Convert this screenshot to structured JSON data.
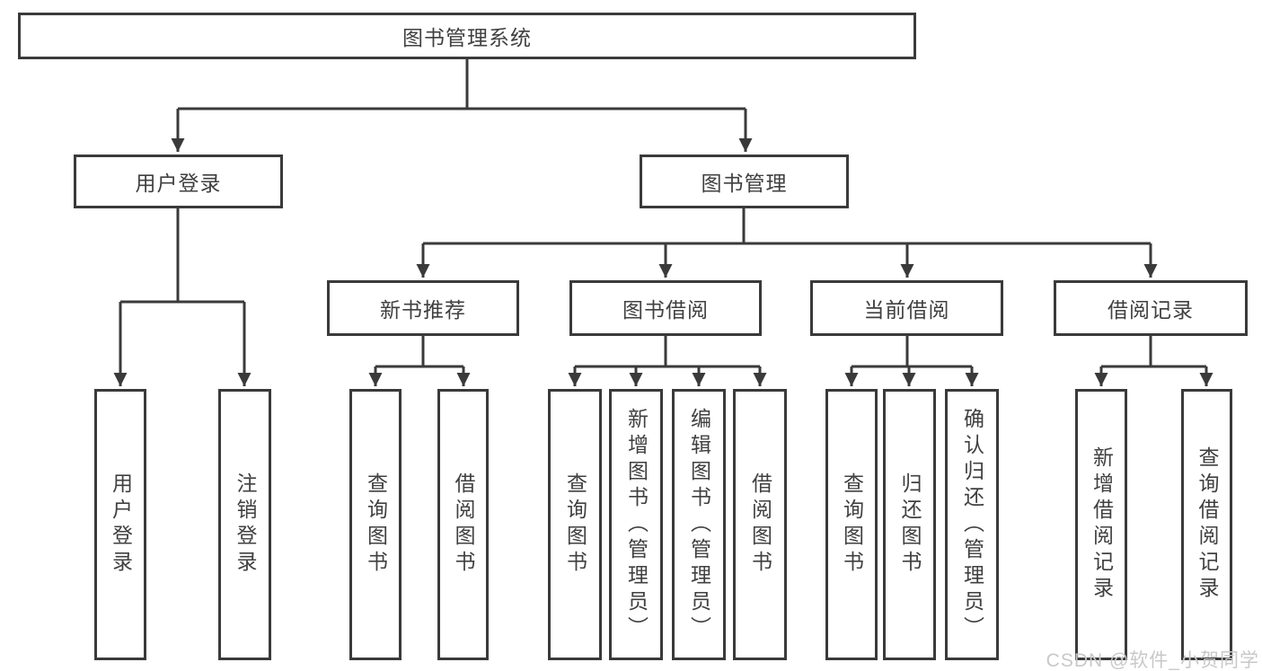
{
  "root": {
    "label": "图书管理系统"
  },
  "branches": [
    {
      "label": "用户登录",
      "leaves": [
        "用户登录",
        "注销登录"
      ]
    },
    {
      "label": "图书管理",
      "groups": [
        {
          "label": "新书推荐",
          "leaves": [
            "查询图书",
            "借阅图书"
          ]
        },
        {
          "label": "图书借阅",
          "leaves": [
            "查询图书",
            "新增图书（管理员）",
            "编辑图书（管理员）",
            "借阅图书"
          ]
        },
        {
          "label": "当前借阅",
          "leaves": [
            "查询图书",
            "归还图书",
            "确认归还（管理员）"
          ]
        },
        {
          "label": "借阅记录",
          "leaves": [
            "新增借阅记录",
            "查询借阅记录"
          ]
        }
      ]
    }
  ],
  "watermark": "CSDN @软件_小贺同学",
  "colors": {
    "line": "#3a3a3a",
    "text": "#404040",
    "watermark": "#c8c8c8",
    "background": "#ffffff"
  }
}
